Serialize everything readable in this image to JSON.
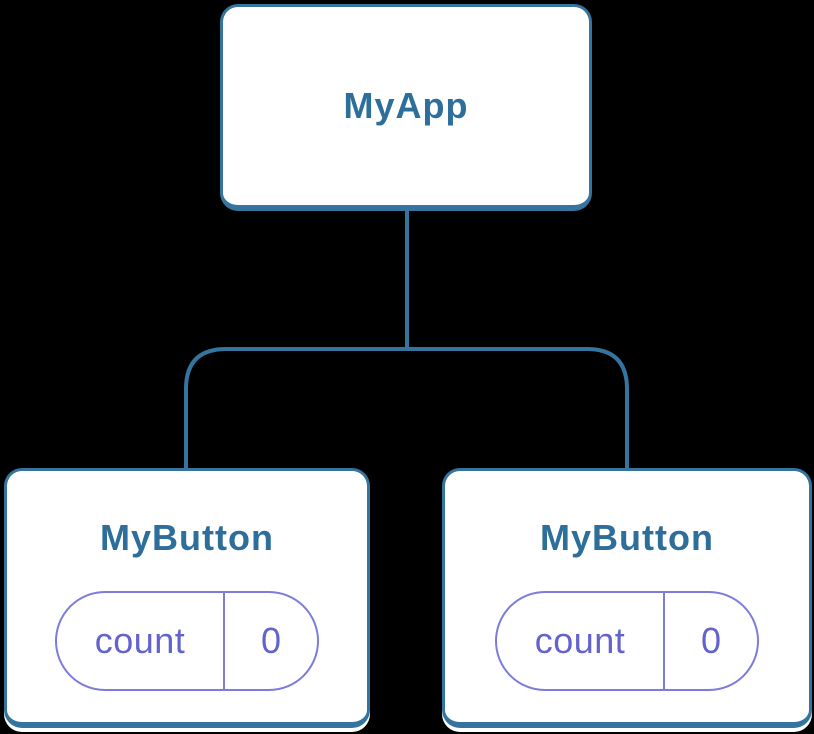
{
  "diagram": {
    "root": {
      "label": "MyApp"
    },
    "children": [
      {
        "title": "MyButton",
        "state": {
          "name": "count",
          "value": "0"
        }
      },
      {
        "title": "MyButton",
        "state": {
          "name": "count",
          "value": "0"
        }
      }
    ]
  },
  "colors": {
    "background": "#000000",
    "node_fill": "#FFFFFF",
    "node_border": "#35749F",
    "node_label": "#2D6E9B",
    "connector": "#35749F",
    "state_border": "#7C7CDC",
    "state_text": "#6363CE"
  }
}
